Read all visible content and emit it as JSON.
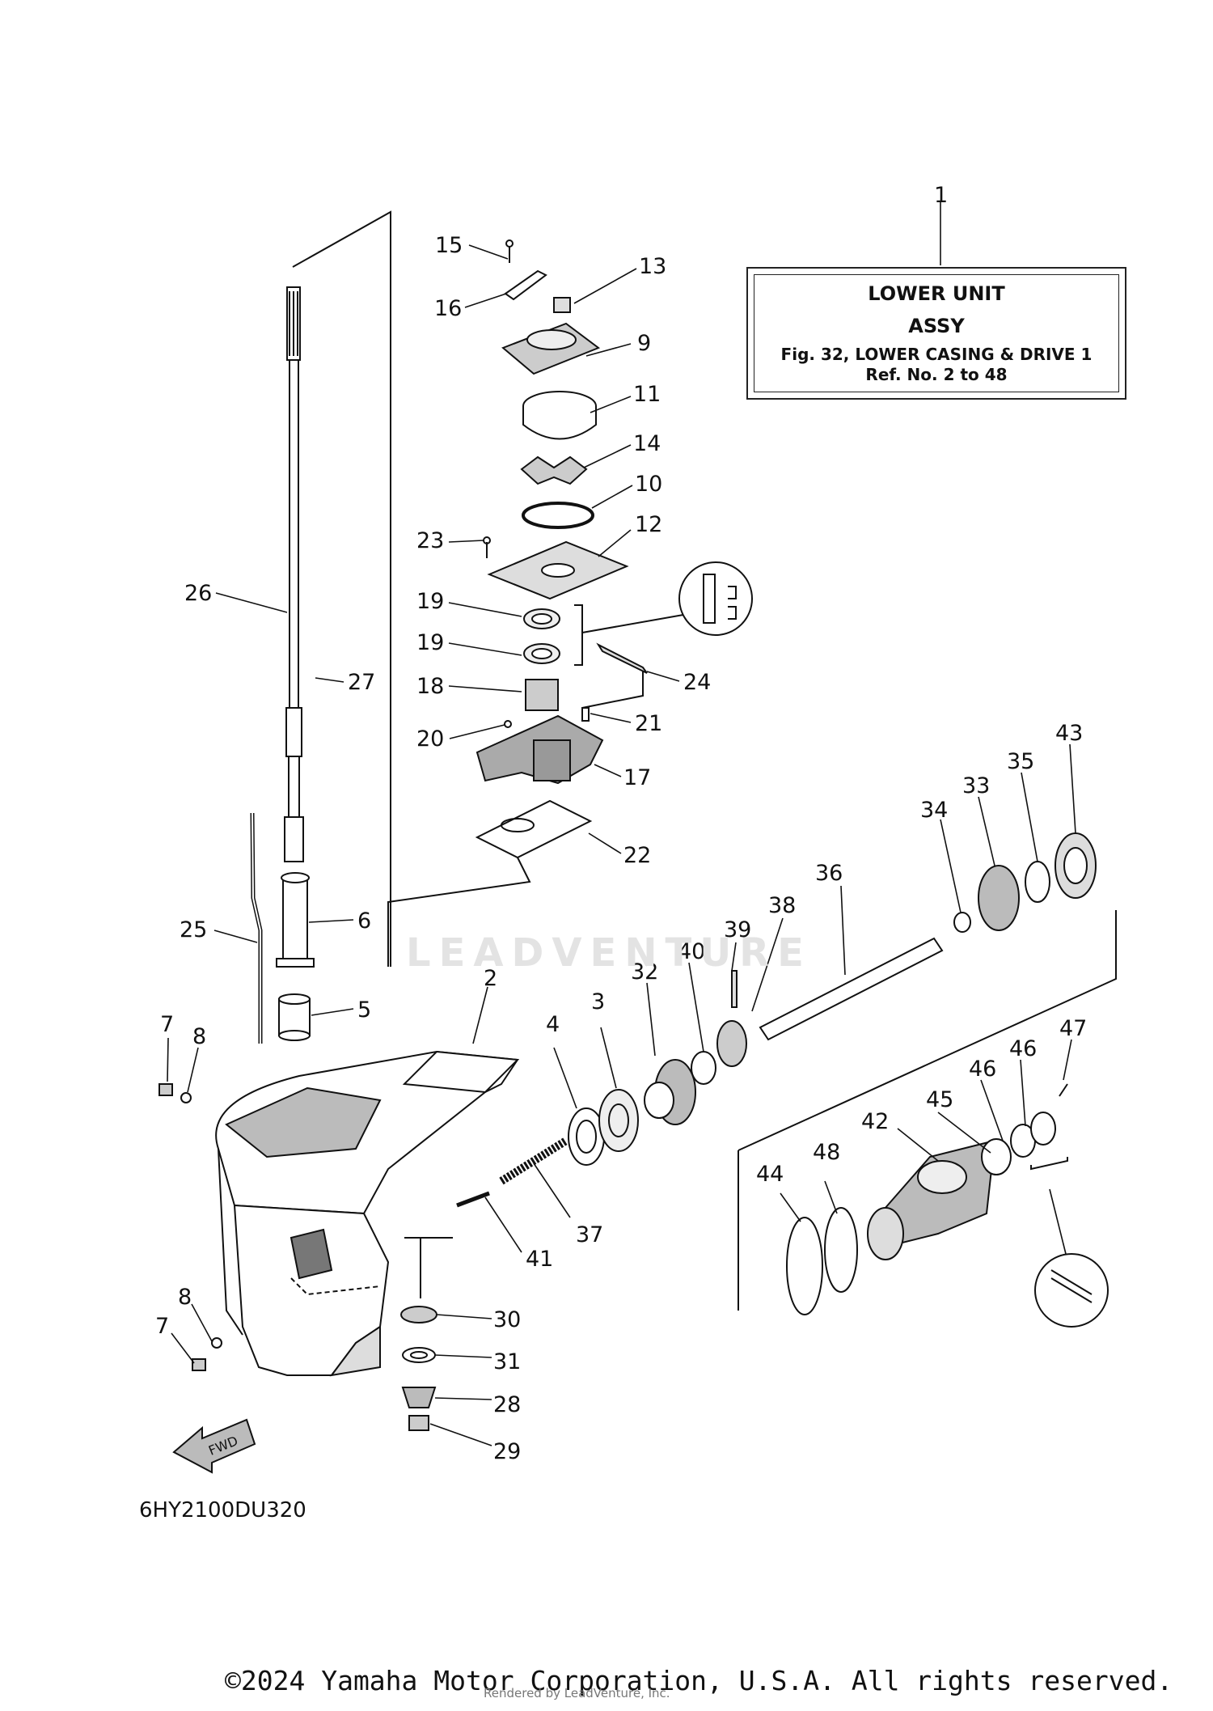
{
  "reference_box": {
    "ref_no": "1",
    "line1": "LOWER UNIT",
    "line2": "ASSY",
    "line3": "Fig. 32, LOWER CASING & DRIVE 1",
    "line4": "Ref. No. 2 to 48"
  },
  "callouts": [
    "15",
    "13",
    "16",
    "9",
    "11",
    "14",
    "10",
    "23",
    "12",
    "26",
    "19",
    "19",
    "18",
    "24",
    "27",
    "21",
    "20",
    "17",
    "22",
    "43",
    "35",
    "33",
    "34",
    "36",
    "38",
    "39",
    "40",
    "32",
    "25",
    "6",
    "2",
    "3",
    "4",
    "5",
    "7",
    "8",
    "47",
    "46",
    "46",
    "45",
    "42",
    "48",
    "44",
    "37",
    "41",
    "30",
    "31",
    "28",
    "29",
    "8",
    "7"
  ],
  "fwd_label": "FWD",
  "diagram_code": "6HY2100DU320",
  "watermark": "LEADVENTURE",
  "copyright": "©2024 Yamaha Motor Corporation, U.S.A. All rights reserved.",
  "rendered_by": "Rendered by LeadVenture, Inc."
}
